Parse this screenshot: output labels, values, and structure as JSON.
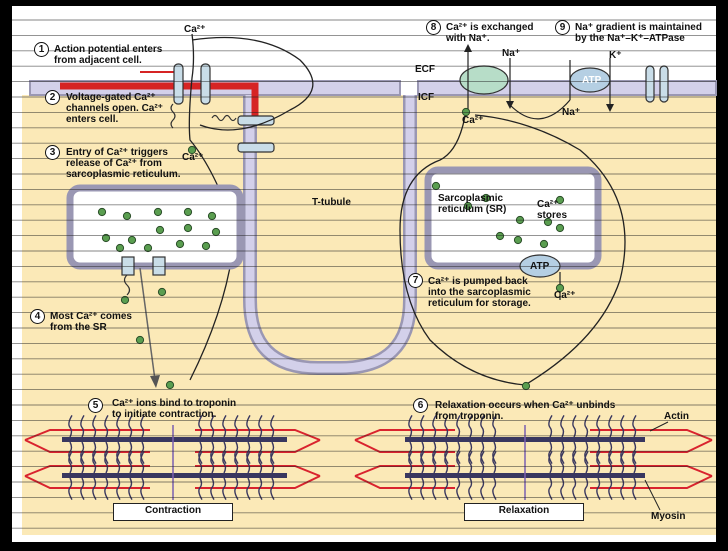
{
  "steps": {
    "s1": {
      "num": "1",
      "line1": "Action potential enters",
      "line2": "from adjacent cell."
    },
    "s2": {
      "num": "2",
      "line1": "Voltage-gated Ca²⁺",
      "line2": "channels open. Ca²⁺",
      "line3": "enters cell."
    },
    "s3": {
      "num": "3",
      "line1": "Entry of Ca²⁺ triggers",
      "line2": "release of Ca²⁺ from",
      "line3": "sarcoplasmic reticulum."
    },
    "s4": {
      "num": "4",
      "line1": "Most Ca²⁺ comes",
      "line2": "from the SR"
    },
    "s5": {
      "num": "5",
      "line1": "Ca²⁺ ions bind to troponin",
      "line2": "to initiate contraction."
    },
    "s6": {
      "num": "6",
      "line1": "Relaxation occurs when Ca²⁺ unbinds",
      "line2": "from troponin."
    },
    "s7": {
      "num": "7",
      "line1": "Ca²⁺ is pumped back",
      "line2": "into the sarcoplasmic",
      "line3": "reticulum for storage."
    },
    "s8": {
      "num": "8",
      "line1": "Ca²⁺ is exchanged",
      "line2": "with Na⁺."
    },
    "s9": {
      "num": "9",
      "line1": "Na⁺ gradient is maintained",
      "line2": "by the Na⁺–K⁺–ATPase"
    }
  },
  "labels": {
    "ca_top": "Ca²⁺",
    "ca_cytosol": "Ca²⁺",
    "ca_exchanger": "Ca²⁺",
    "ca_pump": "Ca²⁺",
    "ca_stores_1": "Ca²⁺",
    "ca_stores_2": "stores",
    "na_1": "Na⁺",
    "na_2": "Na⁺",
    "k": "K⁺",
    "atp_pump": "ATP",
    "atp_serca": "ATP",
    "ecf": "ECF",
    "icf": "ICF",
    "t_tubule": "T-tubule",
    "sr_1": "Sarcoplasmic",
    "sr_2": "reticulum (SR)",
    "actin": "Actin",
    "myosin": "Myosin",
    "contraction": "Contraction",
    "relaxation": "Relaxation"
  },
  "colors": {
    "cytoplasm": "#fbe9b7",
    "membrane": "#9a97b3",
    "membrane_fill": "#d3d0ea",
    "actin": "#d9232e",
    "myosin": "#39375f",
    "ap_red": "#d62424",
    "channel_fill": "#c9dde8",
    "calcium": "#5a9e50",
    "exchanger": "#b7ddc8"
  }
}
